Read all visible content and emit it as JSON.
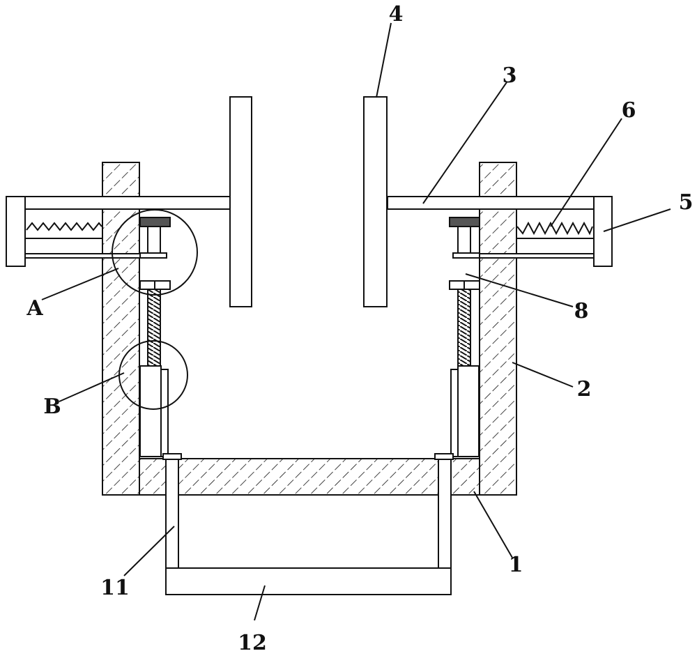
{
  "diagram": {
    "labels": {
      "l1": "1",
      "l2": "2",
      "l3": "3",
      "l4": "4",
      "l5": "5",
      "l6": "6",
      "l8": "8",
      "l11": "11",
      "l12": "12",
      "lA": "A",
      "lB": "B"
    }
  }
}
